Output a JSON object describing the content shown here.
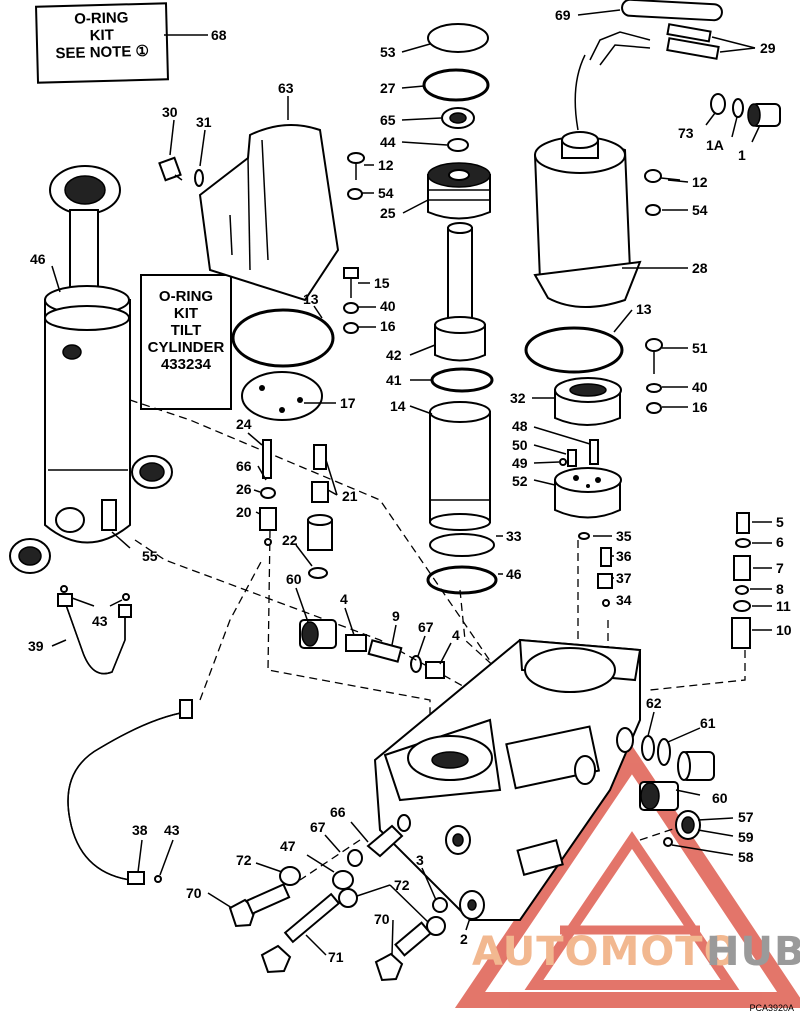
{
  "kit_boxes": {
    "main_kit": [
      "O-RING",
      "KIT",
      "SEE NOTE ①"
    ],
    "tilt_kit": [
      "O-RING",
      "KIT",
      "TILT",
      "CYLINDER",
      "433234"
    ]
  },
  "callouts": {
    "c68": "68",
    "c69": "69",
    "c29": "29",
    "c53": "53",
    "c27": "27",
    "c65": "65",
    "c44": "44",
    "c12a": "12",
    "c54a": "54",
    "c25": "25",
    "c73": "73",
    "c1A": "1A",
    "c1": "1",
    "c12b": "12",
    "c54b": "54",
    "c28": "28",
    "c63": "63",
    "c30": "30",
    "c31": "31",
    "c46a": "46",
    "c15": "15",
    "c40a": "40",
    "c16a": "16",
    "c13a": "13",
    "c42": "42",
    "c13b": "13",
    "c51": "51",
    "c41": "41",
    "c14": "14",
    "c32": "32",
    "c40b": "40",
    "c16b": "16",
    "c17": "17",
    "c24": "24",
    "c48": "48",
    "c50": "50",
    "c49": "49",
    "c52": "52",
    "c66a": "66",
    "c26": "26",
    "c21": "21",
    "c20": "20",
    "c35": "35",
    "c5": "5",
    "c6": "6",
    "c22": "22",
    "c33": "33",
    "c55": "55",
    "c36": "36",
    "c7": "7",
    "c46b": "46",
    "c37": "37",
    "c8": "8",
    "c60a": "60",
    "c34": "34",
    "c11": "11",
    "c43a": "43",
    "c4a": "4",
    "c9": "9",
    "c67a": "67",
    "c4b": "4",
    "c10": "10",
    "c39": "39",
    "c62": "62",
    "c61": "61",
    "c60b": "60",
    "c57": "57",
    "c66b": "66",
    "c38": "38",
    "c43b": "43",
    "c67b": "67",
    "c47": "47",
    "c59": "59",
    "c58": "58",
    "c72a": "72",
    "c3": "3",
    "c72b": "72",
    "c70a": "70",
    "c2": "2",
    "c70b": "70",
    "c71": "71"
  },
  "watermark": {
    "brand_a": "AUTOMOTO",
    "brand_b": "HUB",
    "color_light": "#f2b890",
    "color_dark": "#9a9a9a",
    "logo_color": "#e0675a"
  },
  "figure_ref": "PCA3920A"
}
